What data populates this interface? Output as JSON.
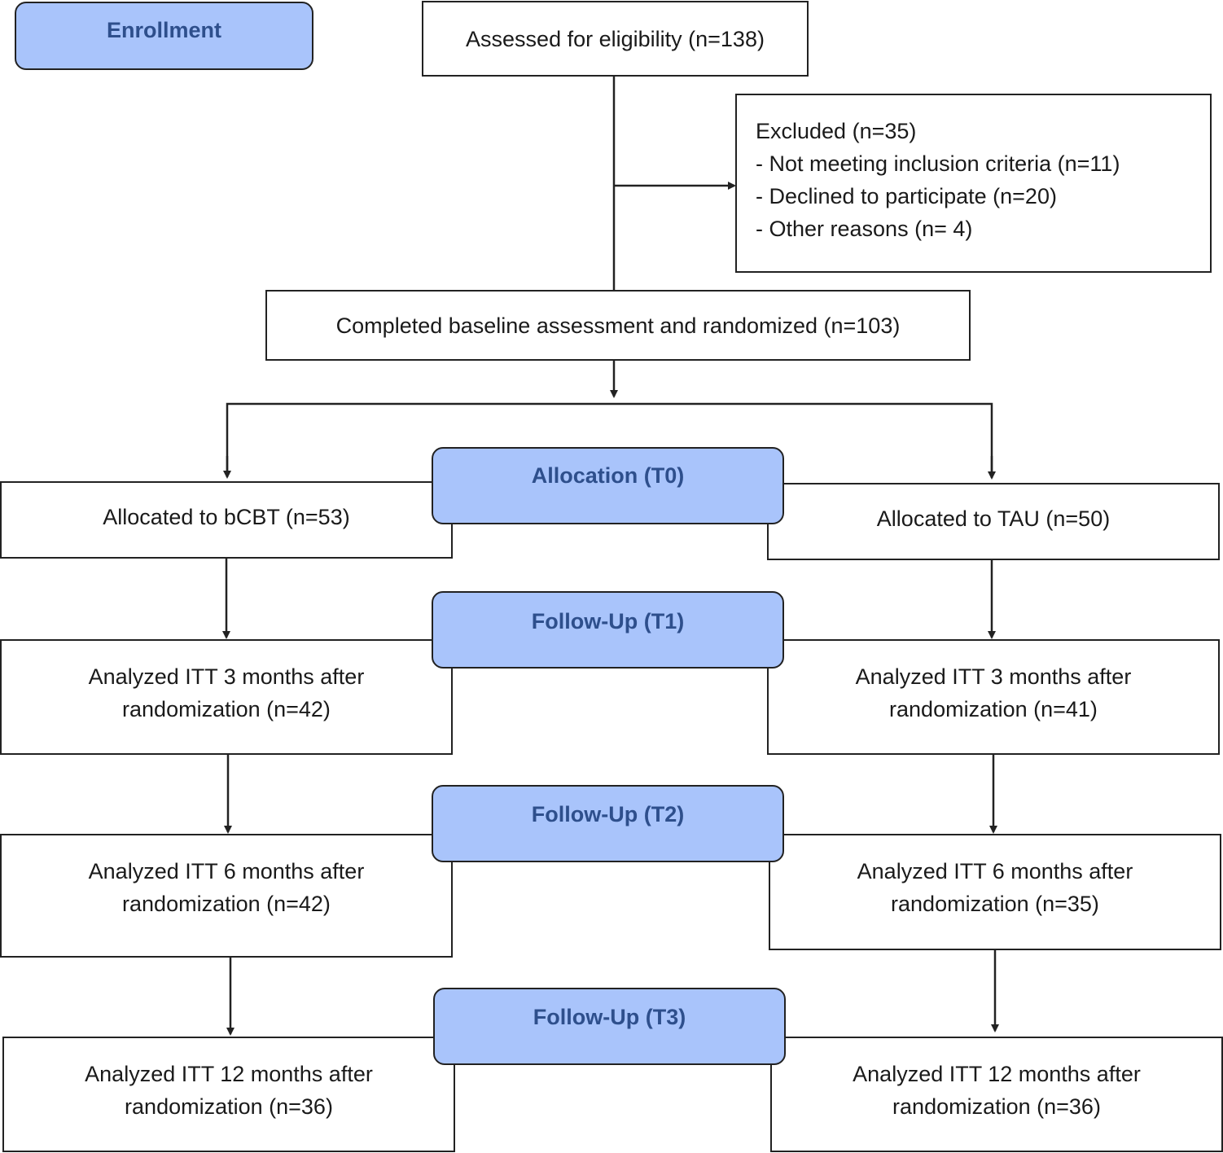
{
  "stages": {
    "enrollment": "Enrollment",
    "allocation": "Allocation (T0)",
    "t1": "Follow-Up (T1)",
    "t2": "Follow-Up (T2)",
    "t3": "Follow-Up (T3)"
  },
  "assessed": "Assessed for eligibility (n=138)",
  "excluded": {
    "title": "Excluded (n=35)",
    "reasons": [
      "- Not meeting inclusion criteria (n=11)",
      "- Declined to participate (n=20)",
      "- Other reasons (n= 4)"
    ]
  },
  "randomized": "Completed baseline assessment and randomized (n=103)",
  "bcbt": {
    "allocated": "Allocated to bCBT (n=53)",
    "t1": [
      "Analyzed ITT 3 months after",
      "randomization (n=42)"
    ],
    "t2": [
      "Analyzed ITT 6 months after",
      "randomization (n=42)"
    ],
    "t3": [
      "Analyzed ITT 12 months after",
      "randomization (n=36)"
    ]
  },
  "tau": {
    "allocated": "Allocated to TAU (n=50)",
    "t1": [
      "Analyzed ITT 3 months after",
      "randomization (n=41)"
    ],
    "t2": [
      "Analyzed ITT 6 months after",
      "randomization (n=35)"
    ],
    "t3": [
      "Analyzed ITT 12 months after",
      "randomization (n=36)"
    ]
  },
  "colors": {
    "stage_fill": "#a9c4fb",
    "stage_text": "#2e4f8c",
    "border": "#222222"
  }
}
